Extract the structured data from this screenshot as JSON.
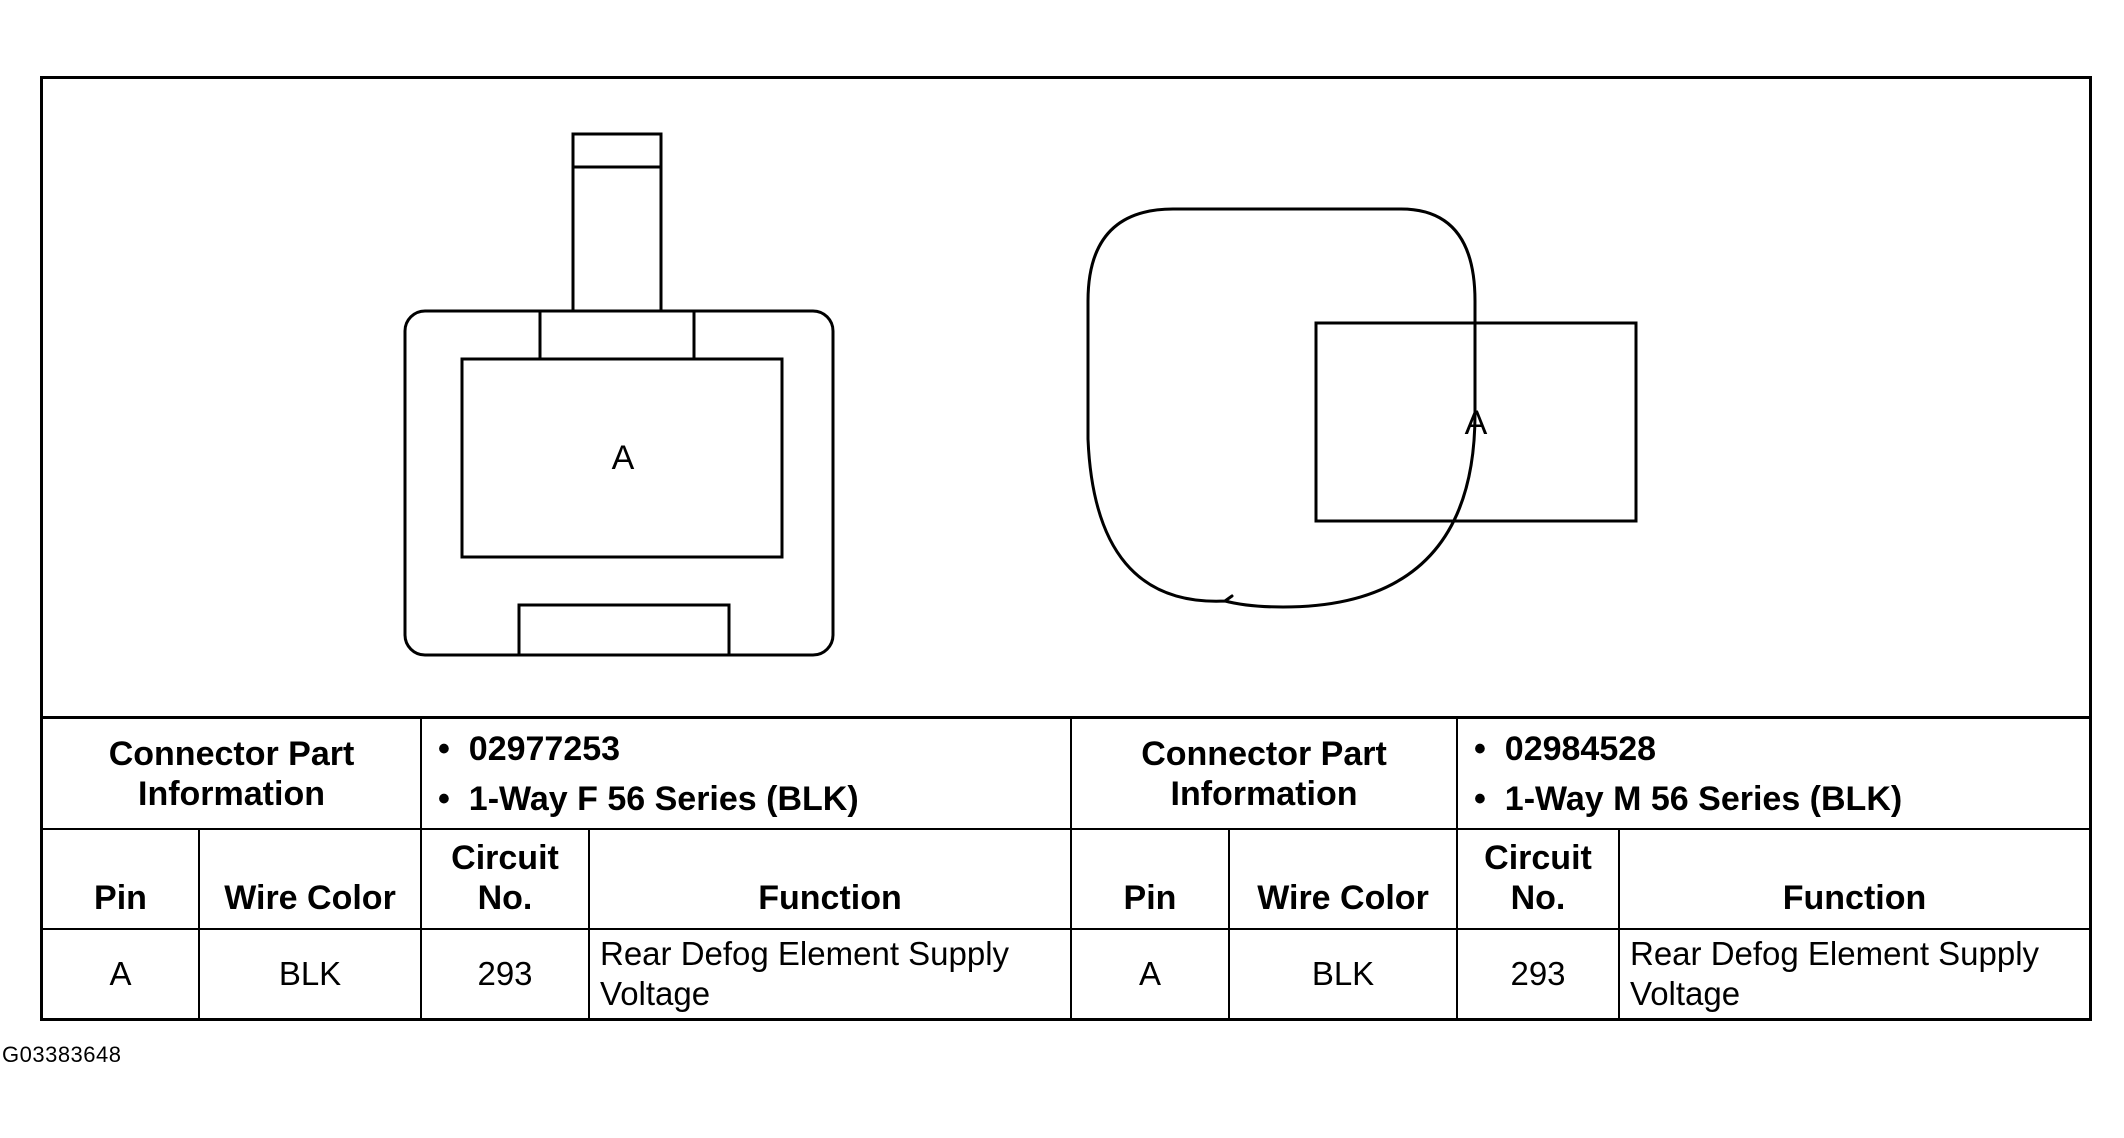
{
  "connectors": [
    {
      "pin_label": "A",
      "part_info_label": "Connector Part Information",
      "part_info": [
        "02977253",
        "1-Way F 56 Series (BLK)"
      ],
      "headers": {
        "pin": "Pin",
        "wire_color": "Wire Color",
        "circuit": "Circuit No.",
        "function": "Function"
      },
      "row": {
        "pin": "A",
        "wire_color": "BLK",
        "circuit": "293",
        "function": "Rear Defog Element Supply Voltage"
      }
    },
    {
      "pin_label": "A",
      "part_info_label": "Connector Part Information",
      "part_info": [
        "02984528",
        "1-Way M 56 Series (BLK)"
      ],
      "headers": {
        "pin": "Pin",
        "wire_color": "Wire Color",
        "circuit": "Circuit No.",
        "function": "Function"
      },
      "row": {
        "pin": "A",
        "wire_color": "BLK",
        "circuit": "293",
        "function": "Rear Defog Element Supply Voltage"
      }
    }
  ],
  "figure_id": "G03383648"
}
